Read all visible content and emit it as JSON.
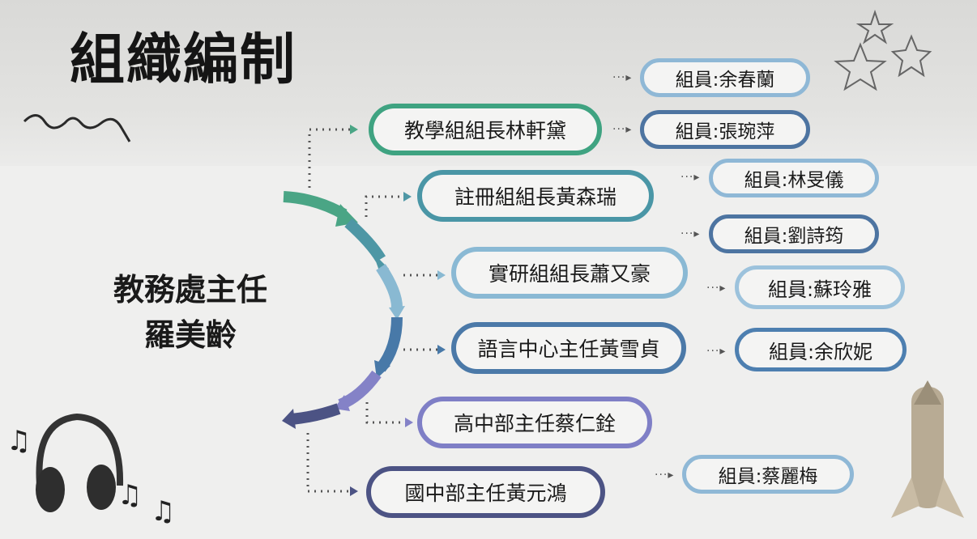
{
  "title": "組織編制",
  "director": {
    "position": "教務處主任",
    "name": "羅美齡"
  },
  "leaders": [
    {
      "label": "教學組組長林軒黛",
      "color": "#3fa381"
    },
    {
      "label": "註冊組組長黃森瑞",
      "color": "#4a96a6"
    },
    {
      "label": "實研組組長蕭又豪",
      "color": "#8ab9d4"
    },
    {
      "label": "語言中心主任黃雪貞",
      "color": "#4b79a8"
    },
    {
      "label": "高中部主任蔡仁銓",
      "color": "#7f7fc6"
    },
    {
      "label": "國中部主任黃元鴻",
      "color": "#4c5384"
    }
  ],
  "members": [
    {
      "label": "組員:余春蘭",
      "color": "#8fb8d6"
    },
    {
      "label": "組員:張琬萍",
      "color": "#4d74a1"
    },
    {
      "label": "組員:林旻儀",
      "color": "#8fb8d6"
    },
    {
      "label": "組員:劉詩筠",
      "color": "#4d74a1"
    },
    {
      "label": "組員:蘇玲雅",
      "color": "#9cc2dc"
    },
    {
      "label": "組員:余欣妮",
      "color": "#4d7fb0"
    },
    {
      "label": "組員:蔡麗梅",
      "color": "#8fb8d6"
    }
  ]
}
